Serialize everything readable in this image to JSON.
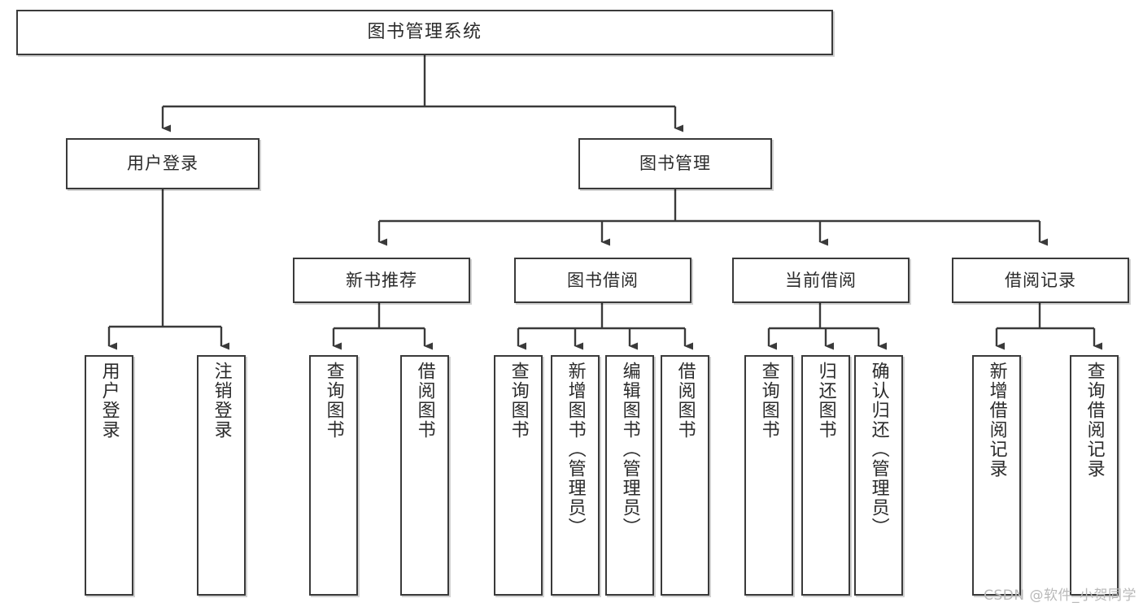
{
  "diagram": {
    "type": "tree-hierarchy",
    "title": "图书管理系统",
    "watermark": "CSDN @软件_小贺同学",
    "colors": {
      "stroke": "#3a3a3a",
      "fill": "#ffffff",
      "text": "#2b2b2b",
      "watermark": "#b9b9b9"
    },
    "nodes": {
      "root": {
        "label": "图书管理系统"
      },
      "level2": [
        {
          "id": "user-login",
          "label": "用户登录"
        },
        {
          "id": "book-manage",
          "label": "图书管理"
        }
      ],
      "level3": [
        {
          "id": "new-book-recommend",
          "label": "新书推荐"
        },
        {
          "id": "book-borrow",
          "label": "图书借阅"
        },
        {
          "id": "current-borrow",
          "label": "当前借阅"
        },
        {
          "id": "borrow-record",
          "label": "借阅记录"
        }
      ],
      "leaves": {
        "user-login": [
          {
            "id": "leaf-user-login",
            "label": "用户登录"
          },
          {
            "id": "leaf-logout-login",
            "label": "注销登录"
          }
        ],
        "new-book-recommend": [
          {
            "id": "leaf-query-book-1",
            "label": "查询图书"
          },
          {
            "id": "leaf-borrow-book-1",
            "label": "借阅图书"
          }
        ],
        "book-borrow": [
          {
            "id": "leaf-query-book-2",
            "label": "查询图书"
          },
          {
            "id": "leaf-add-book",
            "label": "新增图书（管理员）"
          },
          {
            "id": "leaf-edit-book",
            "label": "编辑图书（管理员）"
          },
          {
            "id": "leaf-borrow-book-2",
            "label": "借阅图书"
          }
        ],
        "current-borrow": [
          {
            "id": "leaf-query-book-3",
            "label": "查询图书"
          },
          {
            "id": "leaf-return-book",
            "label": "归还图书"
          },
          {
            "id": "leaf-confirm-return",
            "label": "确认归还（管理员）"
          }
        ],
        "borrow-record": [
          {
            "id": "leaf-add-record",
            "label": "新增借阅记录"
          },
          {
            "id": "leaf-query-record",
            "label": "查询借阅记录"
          }
        ]
      }
    }
  }
}
